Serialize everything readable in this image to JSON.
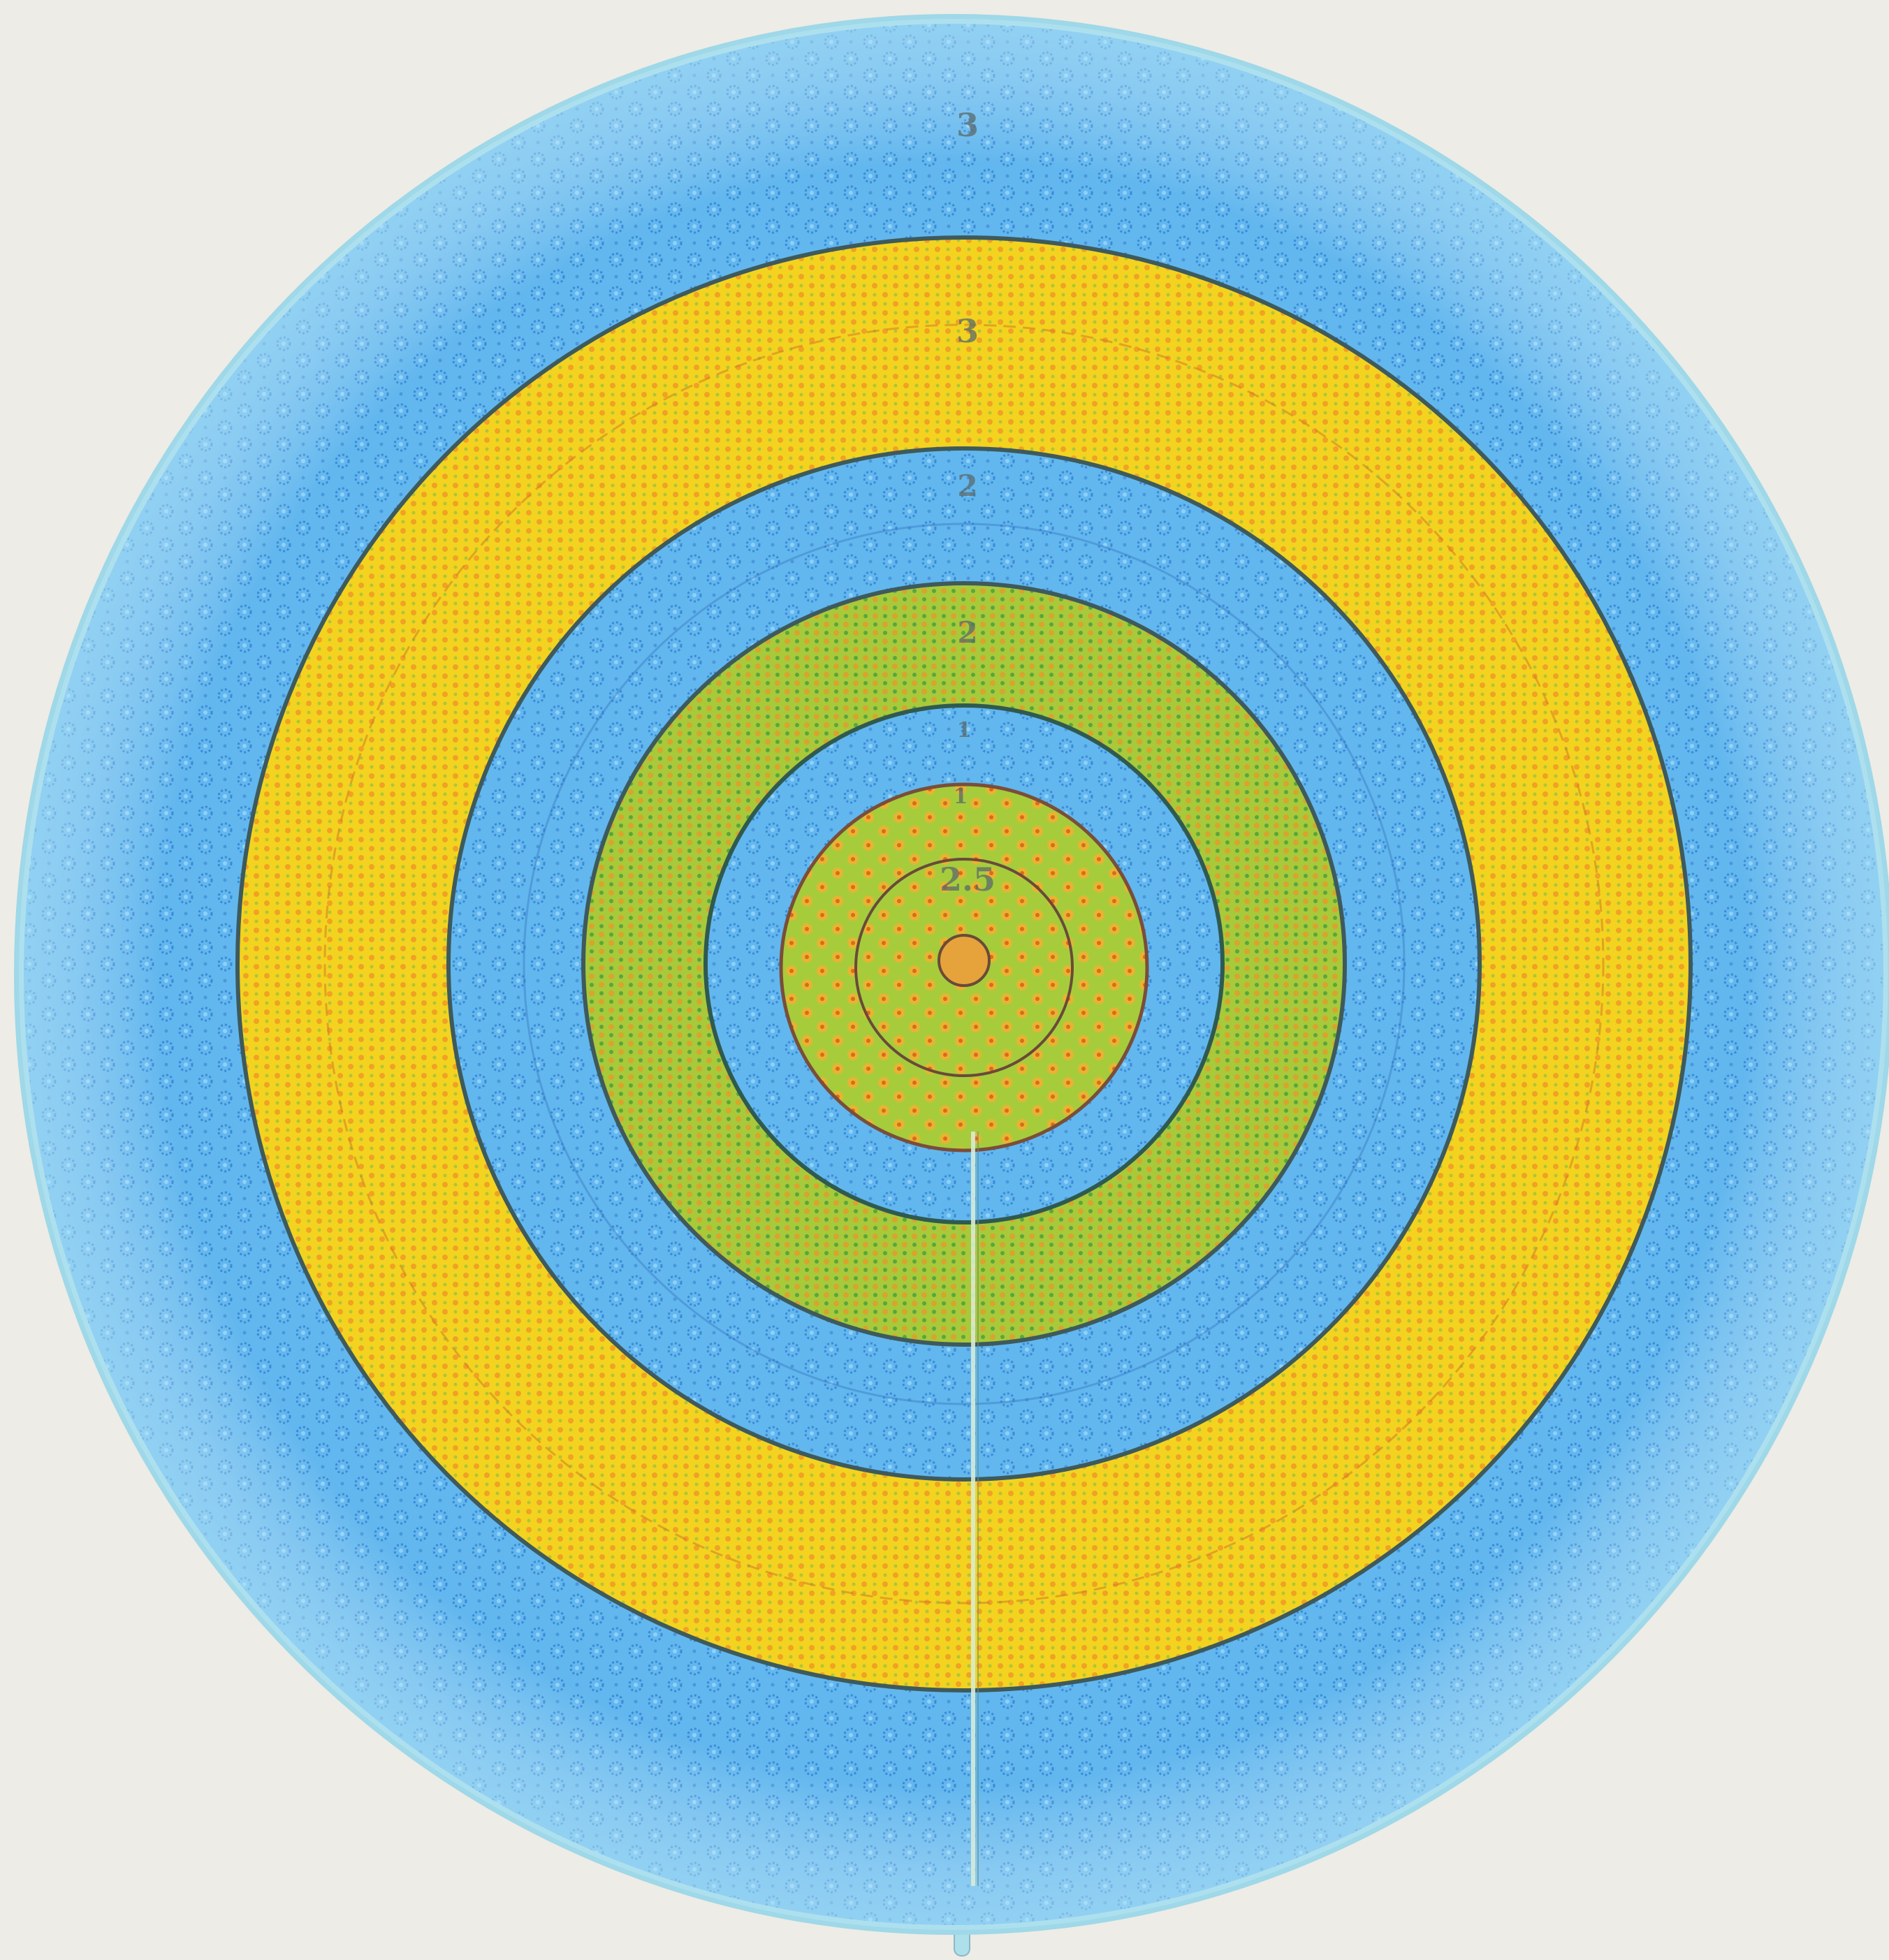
{
  "disc": {
    "ring_labels": [
      "3",
      "3",
      "2",
      "2",
      "1",
      "1",
      "2.5"
    ],
    "colors": {
      "background": "#edece6",
      "blue_band": "#5cb4ec",
      "blue_dot": "#3f90d8",
      "yellow_band": "#f2d21a",
      "orange_dot": "#ea8a22",
      "green_band": "#9cc63a",
      "green_dot": "#4e9e3a",
      "ring_line": "#3e5a5c",
      "rim": "#9fd8e8"
    }
  }
}
